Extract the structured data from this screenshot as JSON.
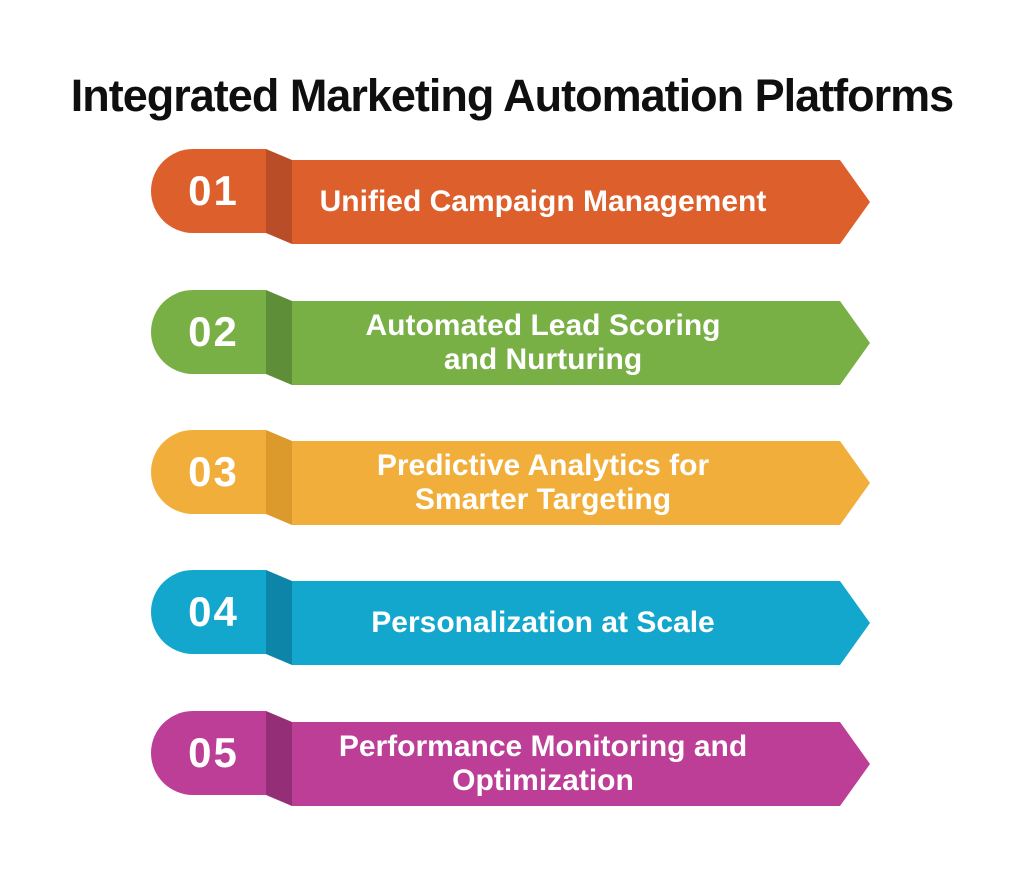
{
  "title": "Integrated Marketing Automation Platforms",
  "canvas": {
    "background": "#ffffff",
    "title_color": "#0f0f0f",
    "label_text_color": "#ffffff"
  },
  "items": [
    {
      "number": "01",
      "label": "Unified Campaign Management",
      "lines": [
        "Unified Campaign Management"
      ],
      "color": "#DD5F2C",
      "fold_color": "#B84D27"
    },
    {
      "number": "02",
      "label": "Automated Lead Scoring and Nurturing",
      "lines": [
        "Automated Lead Scoring",
        "and Nurturing"
      ],
      "color": "#78B045",
      "fold_color": "#5E8F38"
    },
    {
      "number": "03",
      "label": "Predictive Analytics for Smarter Targeting",
      "lines": [
        "Predictive Analytics for",
        "Smarter Targeting"
      ],
      "color": "#F2AE3B",
      "fold_color": "#DD9A2C"
    },
    {
      "number": "04",
      "label": "Personalization at Scale",
      "lines": [
        "Personalization at Scale"
      ],
      "color": "#14A7CE",
      "fold_color": "#0D85A8"
    },
    {
      "number": "05",
      "label": "Performance Monitoring and Optimization",
      "lines": [
        "Performance Monitoring and",
        "Optimization"
      ],
      "color": "#BC3E96",
      "fold_color": "#942E77"
    }
  ]
}
